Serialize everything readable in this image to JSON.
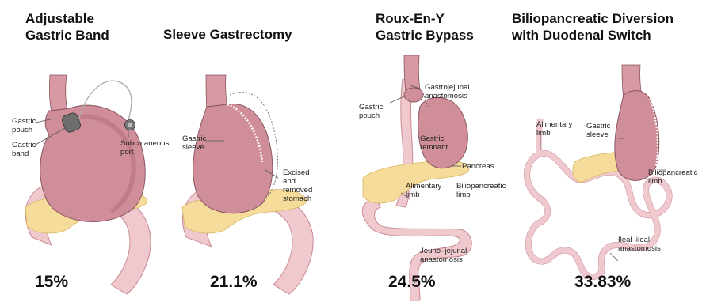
{
  "procedures": [
    {
      "title_lines": [
        "Adjustable",
        "Gastric Band"
      ],
      "percent": "15%",
      "labels": {
        "pouch": "Gastric\npouch",
        "band": "Gastric\nband",
        "port": "Subcutaneous\nport"
      }
    },
    {
      "title_lines": [
        "Sleeve Gastrectomy"
      ],
      "percent": "21.1%",
      "labels": {
        "sleeve": "Gastric\nsleeve",
        "excised": "Excised\nand\nremoved\nstomach"
      }
    },
    {
      "title_lines": [
        "Roux-En-Y",
        "Gastric Bypass"
      ],
      "percent": "24.5%",
      "labels": {
        "gastrojejunal": "Gastrojejunal\nanastomosis",
        "pouch": "Gastric\npouch",
        "remnant": "Gastric\nremnant",
        "pancreas": "Pancreas",
        "alimentary": "Alimentary\nlimb",
        "biliopancreatic": "Biliopancreatic\nlimb",
        "jejuno": "Jeuno–jejunal\nanastomosis"
      }
    },
    {
      "title_lines": [
        "Biliopancreatic Diversion",
        "with Duodenal Switch"
      ],
      "percent": "33.83%",
      "labels": {
        "alimentary": "Alimentary\nlimb",
        "sleeve": "Gastric\nsleeve",
        "biliopancreatic": "Biliopancreatic\nlimb",
        "ileal": "Ileal–ileal\nanastomosis"
      }
    }
  ],
  "colors": {
    "stomach": "#cf8e99",
    "stomach_dark": "#b46a77",
    "esophagus": "#d79aa4",
    "pancreas": "#f6dc9a",
    "intestine": "#efc9cd",
    "intestine_edge": "#c88a94",
    "band": "#6d6d6d",
    "outline": "#8a5560"
  }
}
